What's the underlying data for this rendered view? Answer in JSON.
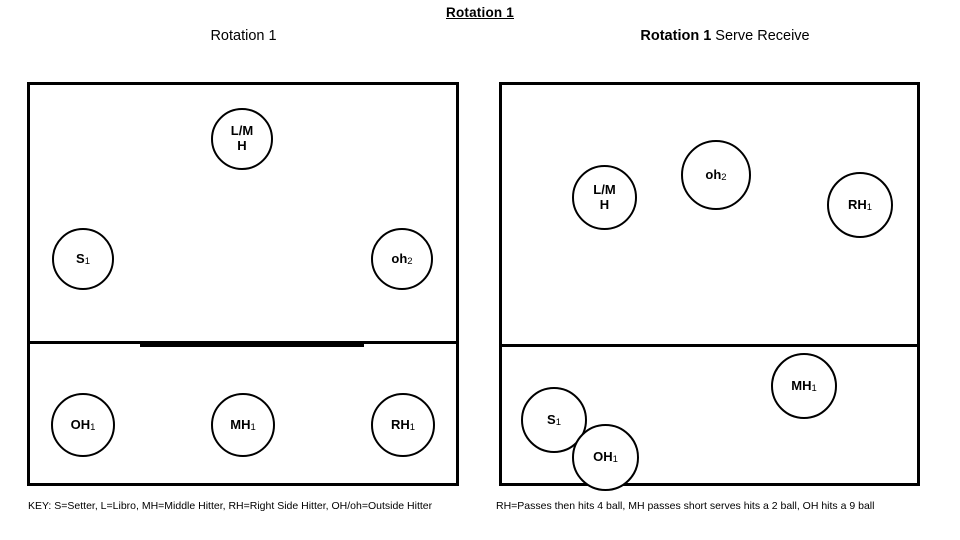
{
  "document": {
    "title": "Rotation 1"
  },
  "panels": [
    {
      "id": "left",
      "title_bold": "Rotation 1",
      "title_rest": "",
      "footnote": "KEY:  S=Setter, L=Libro, MH=Middle Hitter, RH=Right Side Hitter, OH/oh=Outside Hitter",
      "players": [
        {
          "name": "l-mh",
          "label": "L/M H",
          "base": "L/M",
          "sub": "",
          "line2": "H"
        },
        {
          "name": "s-1",
          "label": "S1",
          "base": "S",
          "sub": "1",
          "line2": ""
        },
        {
          "name": "oh-2",
          "label": "oh2",
          "base": "oh",
          "sub": "2",
          "line2": ""
        },
        {
          "name": "oh-1",
          "label": "OH1",
          "base": "OH",
          "sub": "1",
          "line2": ""
        },
        {
          "name": "mh-1",
          "label": "MH1",
          "base": "MH",
          "sub": "1",
          "line2": ""
        },
        {
          "name": "rh-1",
          "label": "RH1",
          "base": "RH",
          "sub": "1",
          "line2": ""
        }
      ]
    },
    {
      "id": "right",
      "title_bold": "Rotation 1",
      "title_rest": " Serve Receive",
      "footnote": "RH=Passes then hits 4 ball, MH passes short serves hits a 2 ball, OH hits a 9 ball",
      "players": [
        {
          "name": "l-mh",
          "label": "L/M H",
          "base": "L/M",
          "sub": "",
          "line2": "H"
        },
        {
          "name": "oh-2",
          "label": "oh2",
          "base": "oh",
          "sub": "2",
          "line2": ""
        },
        {
          "name": "rh-1",
          "label": "RH1",
          "base": "RH",
          "sub": "1",
          "line2": ""
        },
        {
          "name": "mh-1",
          "label": "MH1",
          "base": "MH",
          "sub": "1",
          "line2": ""
        },
        {
          "name": "s-1",
          "label": "S1",
          "base": "S",
          "sub": "1",
          "line2": ""
        },
        {
          "name": "oh-1",
          "label": "OH1",
          "base": "OH",
          "sub": "1",
          "line2": ""
        }
      ]
    }
  ],
  "colors": {
    "line": "#000000",
    "background": "#ffffff",
    "text": "#000000"
  }
}
